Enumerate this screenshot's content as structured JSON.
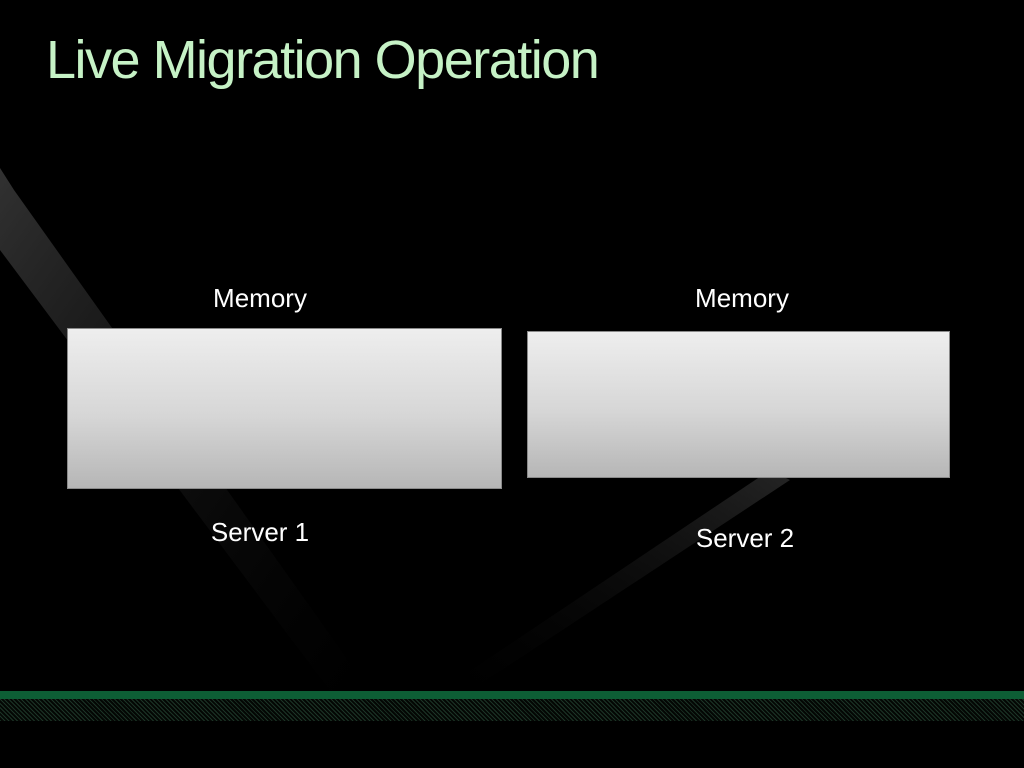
{
  "slide": {
    "title": "Live Migration Operation",
    "servers": [
      {
        "memory_label": "Memory",
        "server_label": "Server 1"
      },
      {
        "memory_label": "Memory",
        "server_label": "Server 2"
      }
    ]
  },
  "colors": {
    "background": "#000000",
    "title": "#c6f2c6",
    "footer_band": "#0d5e35"
  }
}
